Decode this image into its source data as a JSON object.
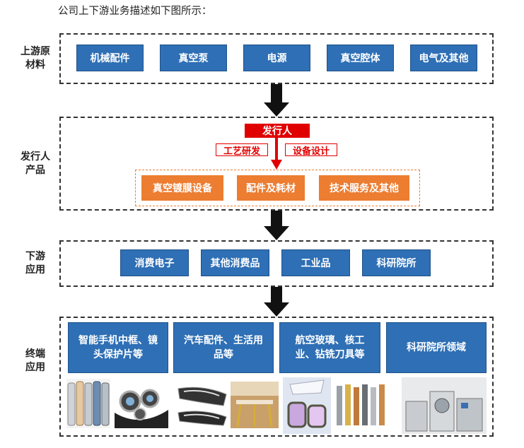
{
  "intro": "公司上下游业务描述如下图所示：",
  "colors": {
    "blue": "#2e6fb5",
    "orange": "#ec7d31",
    "red": "#e00000",
    "dash": "#333333"
  },
  "upstream": {
    "label_line1": "上游原",
    "label_line2": "材料",
    "items": [
      "机械配件",
      "真空泵",
      "电源",
      "真空腔体",
      "电气及其他"
    ]
  },
  "issuer": {
    "label_line1": "发行人",
    "label_line2": "产品",
    "title": "发行人",
    "left_tag": "工艺研发",
    "right_tag": "设备设计",
    "products": [
      "真空镀膜设备",
      "配件及耗材",
      "技术服务及其他"
    ]
  },
  "downstream": {
    "label_line1": "下游",
    "label_line2": "应用",
    "items": [
      "消费电子",
      "其他消费品",
      "工业品",
      "科研院所"
    ]
  },
  "terminal": {
    "label_line1": "终端",
    "label_line2": "应用",
    "items": [
      {
        "line1": "智能手机中框、镜",
        "line2": "头保护片等"
      },
      {
        "line1": "汽车配件、生活用",
        "line2": "品等"
      },
      {
        "line1": "航空玻璃、核工",
        "line2": "业、钻铣刀具等"
      },
      {
        "line1": "科研院所领域",
        "line2": ""
      }
    ]
  }
}
